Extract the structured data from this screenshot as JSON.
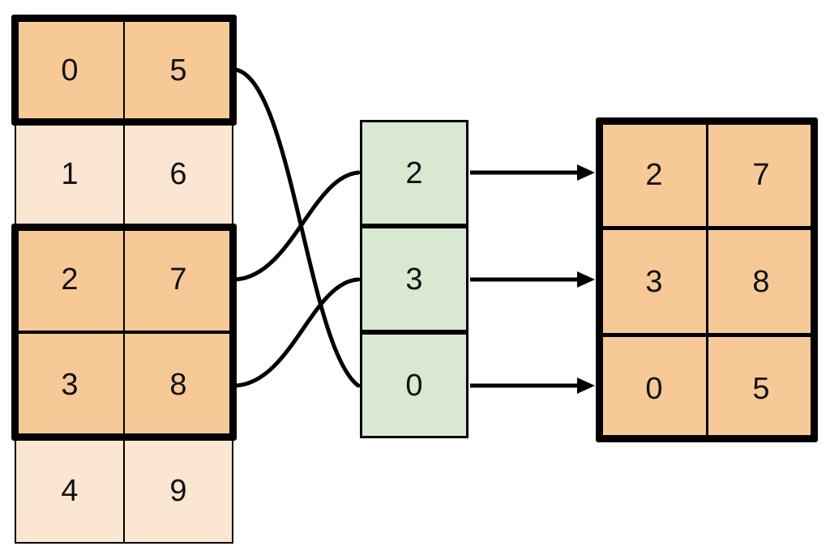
{
  "diagram": {
    "title": "gather-permutation",
    "colors": {
      "highlight_fill": "#F7C996",
      "dim_fill": "#FBE6D2",
      "index_fill": "#D9E9D1",
      "stroke": "#000000",
      "background": "#FFFFFF"
    }
  },
  "source_table": {
    "name": "source-table",
    "rows": [
      {
        "index": 0,
        "col0": "0",
        "col1": "5",
        "highlighted": true
      },
      {
        "index": 1,
        "col0": "1",
        "col1": "6",
        "highlighted": false
      },
      {
        "index": 2,
        "col0": "2",
        "col1": "7",
        "highlighted": true
      },
      {
        "index": 3,
        "col0": "3",
        "col1": "8",
        "highlighted": true
      },
      {
        "index": 4,
        "col0": "4",
        "col1": "9",
        "highlighted": false
      }
    ]
  },
  "index_column": {
    "name": "index-column",
    "values": [
      "2",
      "3",
      "0"
    ]
  },
  "result_table": {
    "name": "result-table",
    "rows": [
      {
        "col0": "2",
        "col1": "7"
      },
      {
        "col0": "3",
        "col1": "8"
      },
      {
        "col0": "0",
        "col1": "5"
      }
    ]
  },
  "links": {
    "curves": [
      {
        "from_row": 0,
        "to_index_slot": 2
      },
      {
        "from_row": 2,
        "to_index_slot": 0
      },
      {
        "from_row": 3,
        "to_index_slot": 1
      }
    ],
    "arrows": [
      {
        "from_index_slot": 0,
        "to_result_row": 0
      },
      {
        "from_index_slot": 1,
        "to_result_row": 1
      },
      {
        "from_index_slot": 2,
        "to_result_row": 2
      }
    ]
  }
}
